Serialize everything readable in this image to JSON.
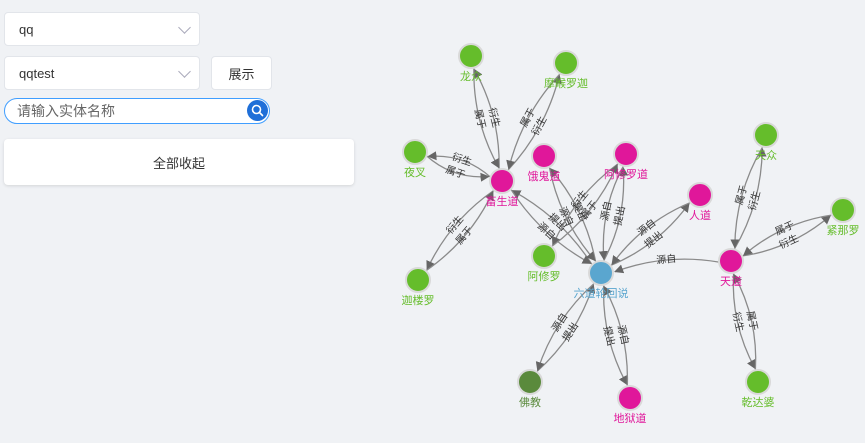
{
  "controls": {
    "select1": "qq",
    "select2": "qqtest",
    "show_button": "展示",
    "search_placeholder": "请输入实体名称",
    "collapse_button": "全部收起"
  },
  "colors": {
    "green": "#65bd2b",
    "magenta": "#e0179a",
    "blue": "#5aa6cf",
    "darkgreen": "#5a8a3c",
    "accent": "#1f6fd8"
  },
  "graph": {
    "nodes": [
      {
        "id": "longzhong",
        "label": "龙众",
        "color": "green"
      },
      {
        "id": "mohouluojia",
        "label": "摩睺罗迦",
        "color": "green"
      },
      {
        "id": "yecha",
        "label": "夜叉",
        "color": "green"
      },
      {
        "id": "chushengdao",
        "label": "畜生道",
        "color": "magenta"
      },
      {
        "id": "egui",
        "label": "饿鬼道",
        "color": "magenta"
      },
      {
        "id": "axiuluodao",
        "label": "阿修罗道",
        "color": "magenta"
      },
      {
        "id": "rendao",
        "label": "人道",
        "color": "magenta"
      },
      {
        "id": "tianzhong",
        "label": "天众",
        "color": "green"
      },
      {
        "id": "jinnaluo",
        "label": "紧那罗",
        "color": "green"
      },
      {
        "id": "tiandao",
        "label": "天道",
        "color": "magenta"
      },
      {
        "id": "jialouluo",
        "label": "迦楼罗",
        "color": "green"
      },
      {
        "id": "axiuluo",
        "label": "阿修罗",
        "color": "green"
      },
      {
        "id": "liudao",
        "label": "六道轮回说",
        "color": "blue"
      },
      {
        "id": "fojiao",
        "label": "佛教",
        "color": "darkgreen"
      },
      {
        "id": "diyu",
        "label": "地狱道",
        "color": "magenta"
      },
      {
        "id": "qiantapo",
        "label": "乾达婆",
        "color": "green"
      }
    ],
    "edges": [
      {
        "from": "chushengdao",
        "to": "longzhong",
        "label": "衍生"
      },
      {
        "from": "longzhong",
        "to": "chushengdao",
        "label": "属于"
      },
      {
        "from": "chushengdao",
        "to": "mohouluojia",
        "label": "衍生"
      },
      {
        "from": "mohouluojia",
        "to": "chushengdao",
        "label": "属于"
      },
      {
        "from": "chushengdao",
        "to": "yecha",
        "label": "衍生"
      },
      {
        "from": "yecha",
        "to": "chushengdao",
        "label": "属于"
      },
      {
        "from": "chushengdao",
        "to": "jialouluo",
        "label": "衍生"
      },
      {
        "from": "jialouluo",
        "to": "chushengdao",
        "label": "属于"
      },
      {
        "from": "liudao",
        "to": "chushengdao",
        "label": "提出"
      },
      {
        "from": "chushengdao",
        "to": "liudao",
        "label": "源自"
      },
      {
        "from": "liudao",
        "to": "egui",
        "label": "提出"
      },
      {
        "from": "egui",
        "to": "liudao",
        "label": "源自"
      },
      {
        "from": "liudao",
        "to": "axiuluodao",
        "label": "提出"
      },
      {
        "from": "axiuluodao",
        "to": "liudao",
        "label": "源自"
      },
      {
        "from": "axiuluodao",
        "to": "axiuluo",
        "label": "衍生"
      },
      {
        "from": "axiuluo",
        "to": "axiuluodao",
        "label": "属于"
      },
      {
        "from": "liudao",
        "to": "rendao",
        "label": "提出"
      },
      {
        "from": "rendao",
        "to": "liudao",
        "label": "源自"
      },
      {
        "from": "tiandao",
        "to": "liudao",
        "label": "源自"
      },
      {
        "from": "tiandao",
        "to": "tianzhong",
        "label": "衍生"
      },
      {
        "from": "tianzhong",
        "to": "tiandao",
        "label": "属于"
      },
      {
        "from": "tiandao",
        "to": "jinnaluo",
        "label": "衍生"
      },
      {
        "from": "jinnaluo",
        "to": "tiandao",
        "label": "属于"
      },
      {
        "from": "tiandao",
        "to": "qiantapo",
        "label": "衍生"
      },
      {
        "from": "qiantapo",
        "to": "tiandao",
        "label": "属于"
      },
      {
        "from": "fojiao",
        "to": "liudao",
        "label": "提出"
      },
      {
        "from": "liudao",
        "to": "fojiao",
        "label": "源自"
      },
      {
        "from": "liudao",
        "to": "diyu",
        "label": "提出"
      },
      {
        "from": "diyu",
        "to": "liudao",
        "label": "源自"
      }
    ]
  }
}
